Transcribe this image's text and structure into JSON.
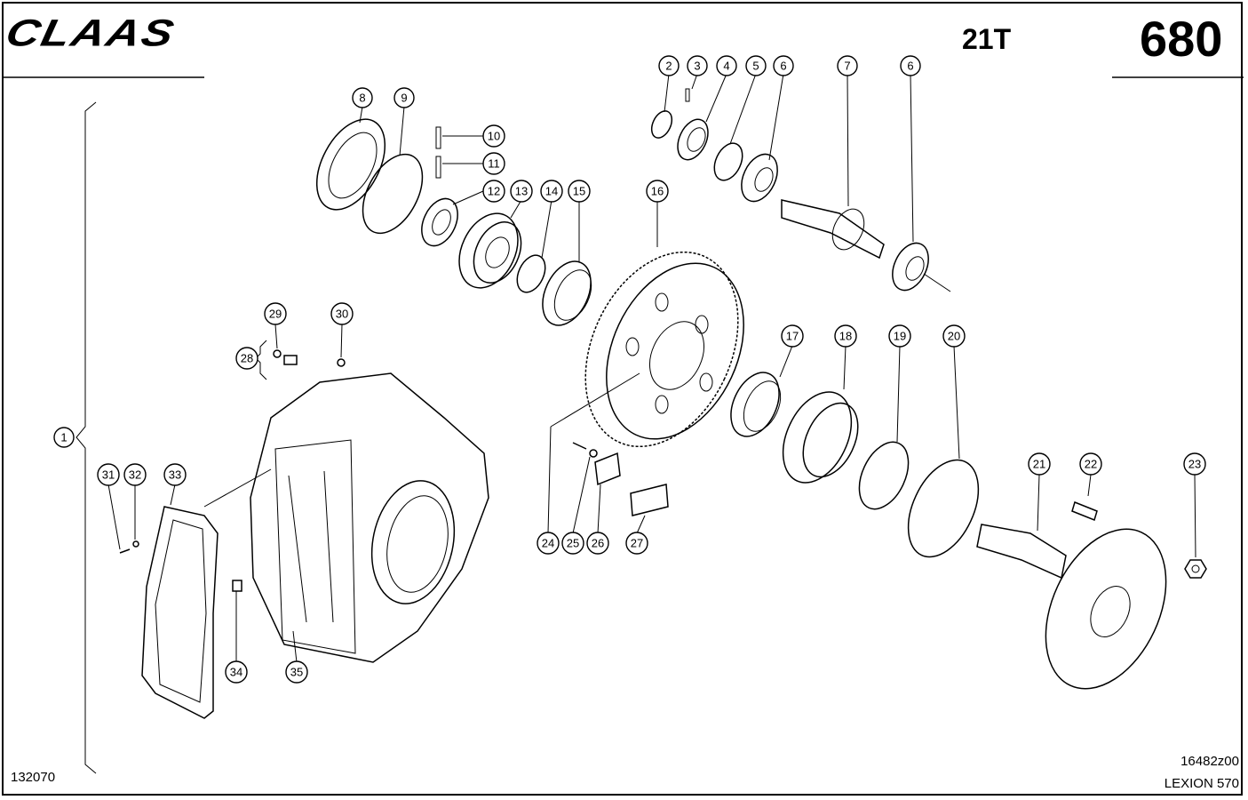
{
  "header": {
    "brand": "CLAAS",
    "group": "21T",
    "page": "680"
  },
  "footer": {
    "left_code": "132070",
    "drawing_ref": "16482z00",
    "model": "LEXION 570"
  },
  "callouts": [
    {
      "label": "1"
    },
    {
      "label": "2"
    },
    {
      "label": "3"
    },
    {
      "label": "4"
    },
    {
      "label": "5"
    },
    {
      "label": "6"
    },
    {
      "label": "7"
    },
    {
      "label": "6"
    },
    {
      "label": "8"
    },
    {
      "label": "9"
    },
    {
      "label": "10"
    },
    {
      "label": "11"
    },
    {
      "label": "12"
    },
    {
      "label": "13"
    },
    {
      "label": "14"
    },
    {
      "label": "15"
    },
    {
      "label": "16"
    },
    {
      "label": "17"
    },
    {
      "label": "18"
    },
    {
      "label": "19"
    },
    {
      "label": "20"
    },
    {
      "label": "21"
    },
    {
      "label": "22"
    },
    {
      "label": "23"
    },
    {
      "label": "24"
    },
    {
      "label": "25"
    },
    {
      "label": "26"
    },
    {
      "label": "27"
    },
    {
      "label": "28"
    },
    {
      "label": "29"
    },
    {
      "label": "30"
    },
    {
      "label": "31"
    },
    {
      "label": "32"
    },
    {
      "label": "33"
    },
    {
      "label": "34"
    },
    {
      "label": "35"
    }
  ]
}
